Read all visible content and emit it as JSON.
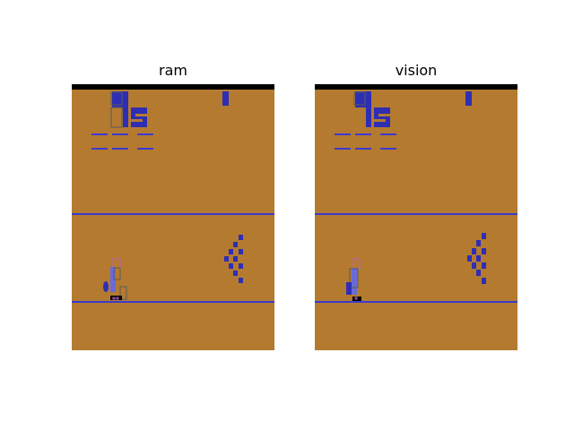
{
  "figure": {
    "panels": [
      {
        "id": "ram",
        "title": "ram"
      },
      {
        "id": "vision",
        "title": "vision"
      }
    ]
  },
  "colors": {
    "lane": "#b47a30",
    "top_bar": "#000000",
    "line": "#3a3ad0",
    "pin": "#2e2eb4",
    "score_digit": "#2e2eb4",
    "box_outline": "#5a5a5a",
    "player_highlight": "#c060c0",
    "player": "#6a6ad8"
  },
  "game": {
    "name": "Bowling",
    "pin_count": 10
  }
}
